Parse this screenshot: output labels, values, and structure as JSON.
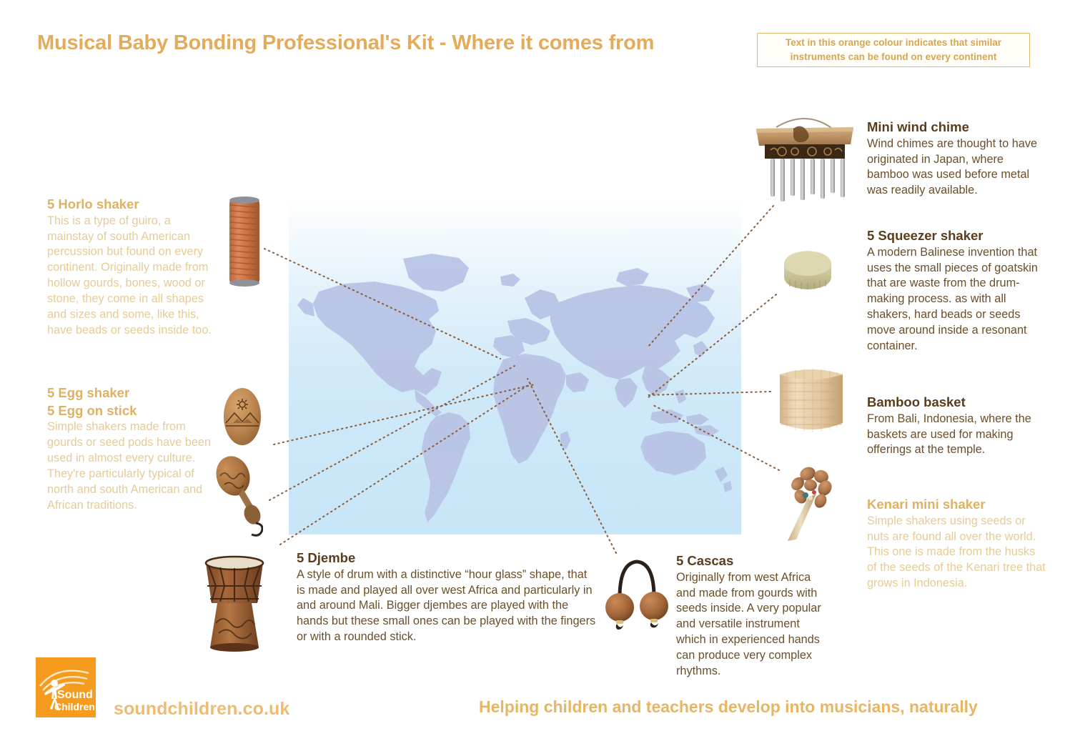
{
  "header": {
    "title": "Musical Baby Bonding Professional's Kit - Where it comes from",
    "legend_line1": "Text in this orange colour indicates that similar",
    "legend_line2": "instruments can be found on every continent",
    "legend_color": "#d8a64e"
  },
  "colors": {
    "orange_accent": "#e3ab5c",
    "dark_brown_title": "#5a3d1d",
    "dark_brown_body": "#6b4f2b",
    "orange_title": "#e0b164",
    "orange_body": "#e6cb96",
    "logo_orange": "#f59c1f",
    "map_land": "#b9c4e6",
    "map_sea": "#c7e6f8",
    "connector_line": "#8a5c3a"
  },
  "map": {
    "name": "world-map",
    "style": "flat world map, light blue ocean gradient, lavender-blue landmasses"
  },
  "instruments": [
    {
      "key": "horlo",
      "title": "5 Horlo shaker",
      "body": "This is a type of guiro, a mainstay of south American percussion but found on every continent. Originally made from hollow gourds, bones, wood or stone, they come in all shapes and sizes and some, like this, have beads or seeds inside too.",
      "tone": "orange",
      "image_name": "horlo-shaker-image"
    },
    {
      "key": "egg",
      "title": "5 Egg shaker",
      "title2": "5 Egg on stick",
      "body": "Simple shakers made from gourds or seed pods have been used in almost every culture. They're particularly typical of north and south American and African traditions.",
      "tone": "orange",
      "image_name": "egg-shaker-image"
    },
    {
      "key": "djembe",
      "title": "5 Djembe",
      "body": "A style of drum with a distinctive “hour glass” shape, that is made and played all over west Africa and particularly in and around Mali. Bigger djembes are played with the hands but these small ones can be played with the fingers or with a rounded stick.",
      "tone": "dark",
      "image_name": "djembe-image"
    },
    {
      "key": "cascas",
      "title": "5 Cascas",
      "body": "Originally from west Africa and made from gourds with seeds inside. A very popular and versatile instrument which in experienced hands can produce very complex rhythms.",
      "tone": "dark",
      "image_name": "cascas-image"
    },
    {
      "key": "chime",
      "title": "Mini wind chime",
      "body": "Wind chimes are thought to have originated in Japan, where bamboo was used before metal was readily available.",
      "tone": "dark",
      "image_name": "wind-chime-image"
    },
    {
      "key": "squeezer",
      "title": "5 Squeezer shaker",
      "body": "A modern Balinese invention that uses the small pieces of goatskin that are waste from the drum-making process. as with all shakers, hard beads or seeds move around inside a resonant container.",
      "tone": "dark",
      "image_name": "squeezer-shaker-image"
    },
    {
      "key": "bamboo",
      "title": "Bamboo basket",
      "body": "From Bali, Indonesia, where the baskets are used for making offerings at the temple.",
      "tone": "dark",
      "image_name": "bamboo-basket-image"
    },
    {
      "key": "kenari",
      "title": "Kenari mini shaker",
      "body": "Simple shakers using seeds or nuts are found all over the world. This one is made from the husks of the seeds of the Kenari tree that grows in Indonesia.",
      "tone": "orange",
      "image_name": "kenari-mini-shaker-image"
    }
  ],
  "footer": {
    "logo_line1": "Sound",
    "logo_line2": "Children",
    "site_url": "soundchildren.co.uk",
    "tagline": "Helping children and teachers develop into musicians, naturally"
  }
}
